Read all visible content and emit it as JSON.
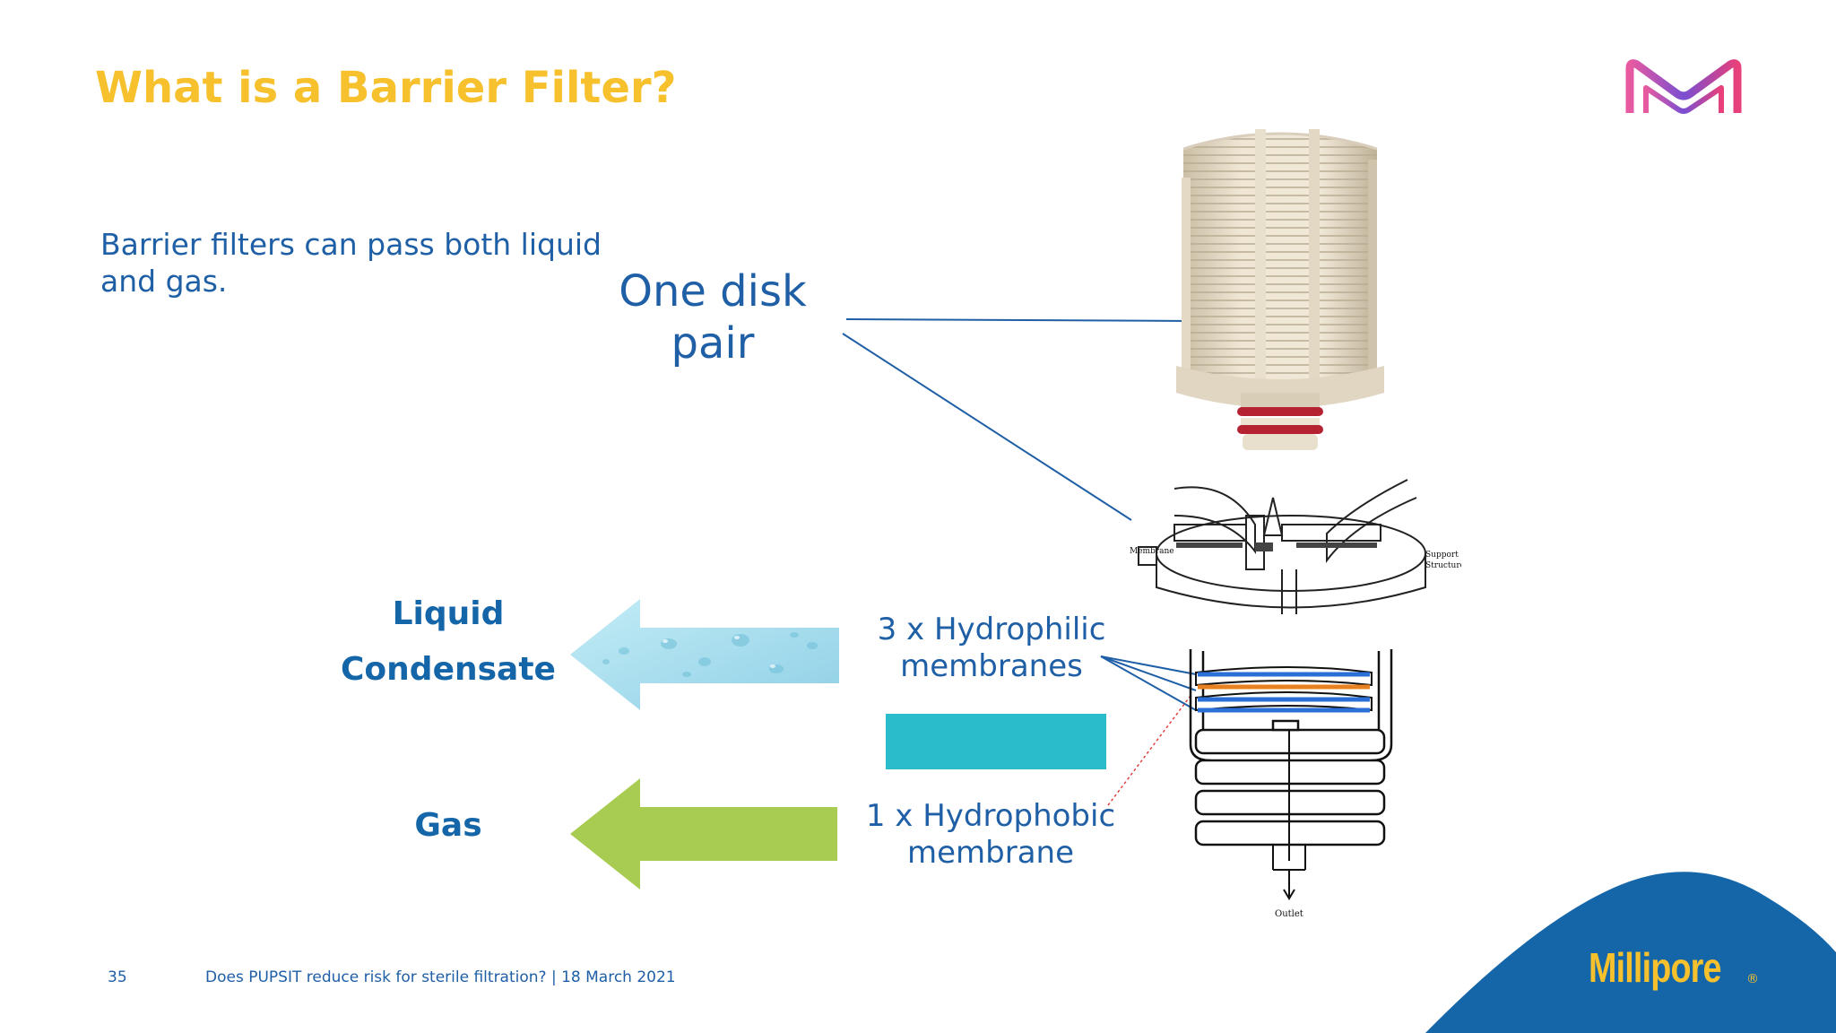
{
  "slide": {
    "title": "What is a Barrier Filter?",
    "intro": "Barrier filters can pass both liquid and gas.",
    "one_disk_pair": "One disk pair",
    "liquid_label": "Liquid",
    "condensate_label": "Condensate",
    "gas_label": "Gas",
    "hydrophilic_line1": "3 x Hydrophilic",
    "hydrophilic_line2": "membranes",
    "hydrophobic_line1": "1 x Hydrophobic",
    "hydrophobic_line2": "membrane"
  },
  "diagram": {
    "membrane_label": "Membrane",
    "support_line1": "Support",
    "support_line2": "Structure",
    "outlet_label": "Outlet"
  },
  "footer": {
    "page_number": "35",
    "text": "Does PUPSIT reduce risk for sterile filtration? | 18 March 2021",
    "brand": "Millipore",
    "brand_mark": "®"
  },
  "colors": {
    "title": "#f6c12c",
    "text_blue": "#1f5fa6",
    "liquid_arrow": "#a6dcec",
    "gas_arrow": "#a8cc52",
    "teal_box": "#2bbccb",
    "corner_blue": "#1566a8",
    "hydrophilic_membrane": "#2a6fd6",
    "hydrophobic_membrane": "#e9811f"
  }
}
